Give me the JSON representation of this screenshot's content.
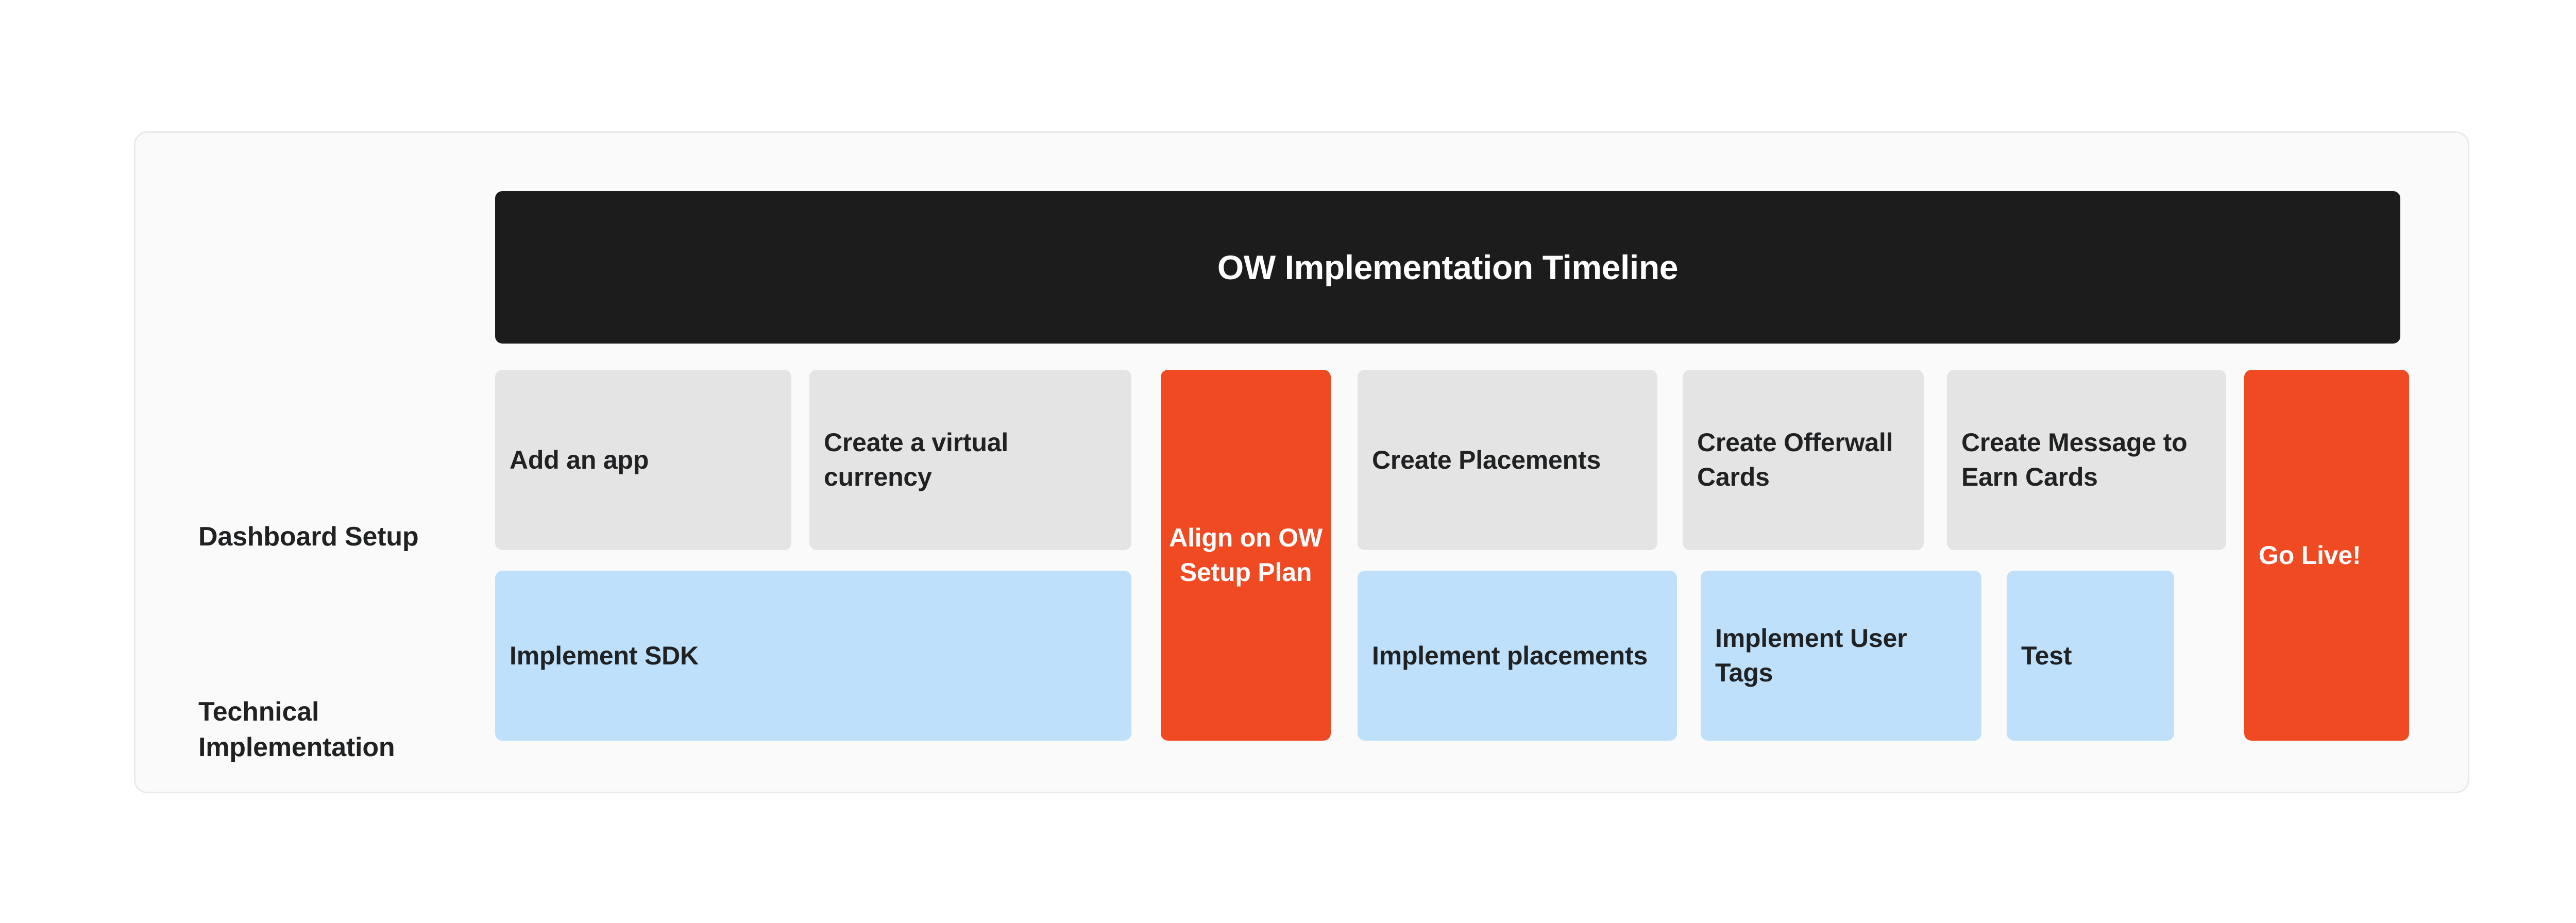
{
  "header": {
    "title": "OW Implementation Timeline",
    "background_color": "#1C1C1C",
    "text_color": "#FFFFFF"
  },
  "panel": {
    "background_color": "#FAFAFA",
    "border_color": "#E9E9E9"
  },
  "colors": {
    "accent_orange": "#F04A23",
    "task_gray": "#E4E4E4",
    "task_blue": "#BFE0FA",
    "text_dark": "#1F2123"
  },
  "rows": [
    {
      "label": "Dashboard Setup"
    },
    {
      "label_line1": "Technical",
      "label_line2": "Implementation"
    }
  ],
  "chart_data": {
    "type": "table",
    "title": "OW Implementation Timeline",
    "swimlanes": [
      "Dashboard Setup",
      "Technical Implementation"
    ],
    "tasks": [
      {
        "label": "Add an app",
        "lane": "Dashboard Setup",
        "color": "#E4E4E4",
        "text_color": "#1F2123",
        "span": false
      },
      {
        "label": "Create a virtual currency",
        "lane": "Dashboard Setup",
        "color": "#E4E4E4",
        "text_color": "#1F2123",
        "span": false
      },
      {
        "label": "Align on OW Setup Plan",
        "lane": "both",
        "color": "#F04A23",
        "text_color": "#FFFFFF",
        "span": true
      },
      {
        "label": "Create Placements",
        "lane": "Dashboard Setup",
        "color": "#E4E4E4",
        "text_color": "#1F2123",
        "span": false
      },
      {
        "label": "Create Offerwall Cards",
        "lane": "Dashboard Setup",
        "color": "#E4E4E4",
        "text_color": "#1F2123",
        "span": false
      },
      {
        "label": "Create Message to Earn Cards",
        "lane": "Dashboard Setup",
        "color": "#E4E4E4",
        "text_color": "#1F2123",
        "span": false
      },
      {
        "label": "Go Live!",
        "lane": "both",
        "color": "#F04A23",
        "text_color": "#FFFFFF",
        "span": true
      },
      {
        "label": "Implement SDK",
        "lane": "Technical Implementation",
        "color": "#BFE0FA",
        "text_color": "#1F2123",
        "span": false
      },
      {
        "label": "Implement placements",
        "lane": "Technical Implementation",
        "color": "#BFE0FA",
        "text_color": "#1F2123",
        "span": false
      },
      {
        "label": "Implement User Tags",
        "lane": "Technical Implementation",
        "color": "#BFE0FA",
        "text_color": "#1F2123",
        "span": false
      },
      {
        "label": "Test",
        "lane": "Technical Implementation",
        "color": "#BFE0FA",
        "text_color": "#1F2123",
        "span": false
      }
    ]
  },
  "dashboard_tasks": [
    {
      "label": "Add an app"
    },
    {
      "label": "Create a virtual currency"
    },
    {
      "label": "Create Placements"
    },
    {
      "label": "Create Offerwall Cards"
    },
    {
      "label": "Create Message to Earn Cards"
    }
  ],
  "technical_tasks": [
    {
      "label": "Implement SDK"
    },
    {
      "label": "Implement placements"
    },
    {
      "label": "Implement User Tags"
    },
    {
      "label": "Test"
    }
  ],
  "milestones": [
    {
      "label": "Align on OW Setup Plan"
    },
    {
      "label": "Go Live!"
    }
  ]
}
